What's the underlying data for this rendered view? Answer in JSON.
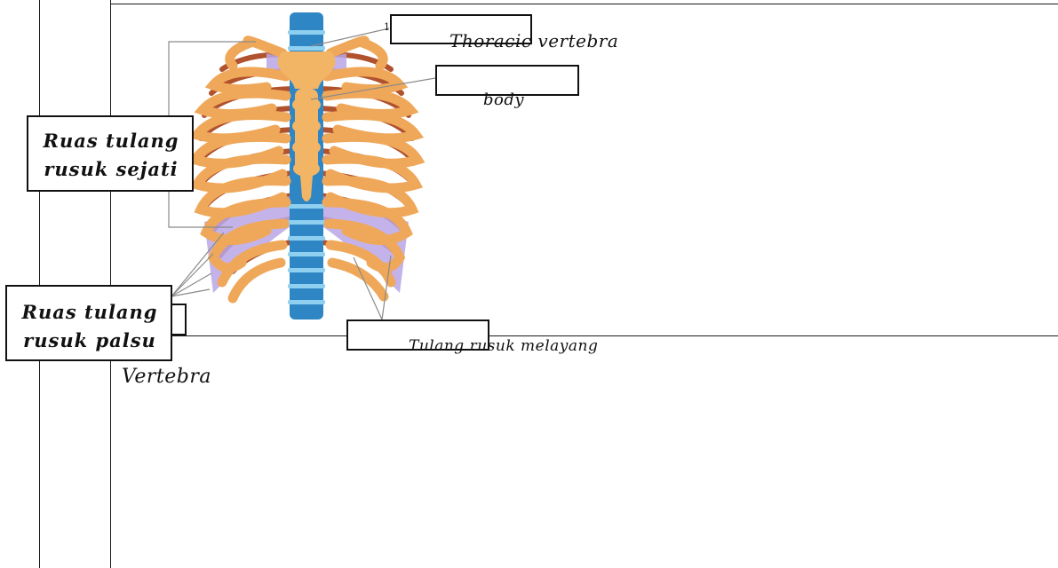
{
  "labels": {
    "thoracic_vertebra": "Thoracic vertebra",
    "body": "body",
    "true_ribs_line1": "Ruas tulang",
    "true_ribs_line2": "rusuk sejati",
    "false_ribs_line1": "Ruas tulang",
    "false_ribs_line2": "rusuk palsu",
    "floating_ribs": "Tulang rusuk melayang",
    "vertebra": "Vertebra",
    "marker": "1"
  },
  "colors": {
    "rib": "#efa85a",
    "rib_back": "#b0522e",
    "cartilage": "#b9a6e6",
    "spine": "#2f86c4",
    "spine_light": "#8fd0f0"
  }
}
